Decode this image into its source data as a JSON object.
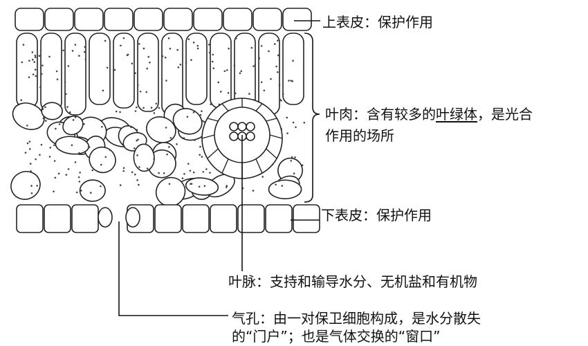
{
  "labels": {
    "upper_epidermis": "上表皮：保护作用",
    "mesophyll_prefix": "叶肉：含有较多的",
    "mesophyll_underlined": "叶绿体",
    "mesophyll_suffix": "，是光合",
    "mesophyll_line2": "作用的场所",
    "lower_epidermis": "下表皮：保护作用",
    "vein": "叶脉：支持和输导水分、无机盐和有机物",
    "stoma_line1": "气孔：由一对保卫细胞构成，是水分散失",
    "stoma_line2": "的“门户”；也是气体交换的“窗口”"
  }
}
